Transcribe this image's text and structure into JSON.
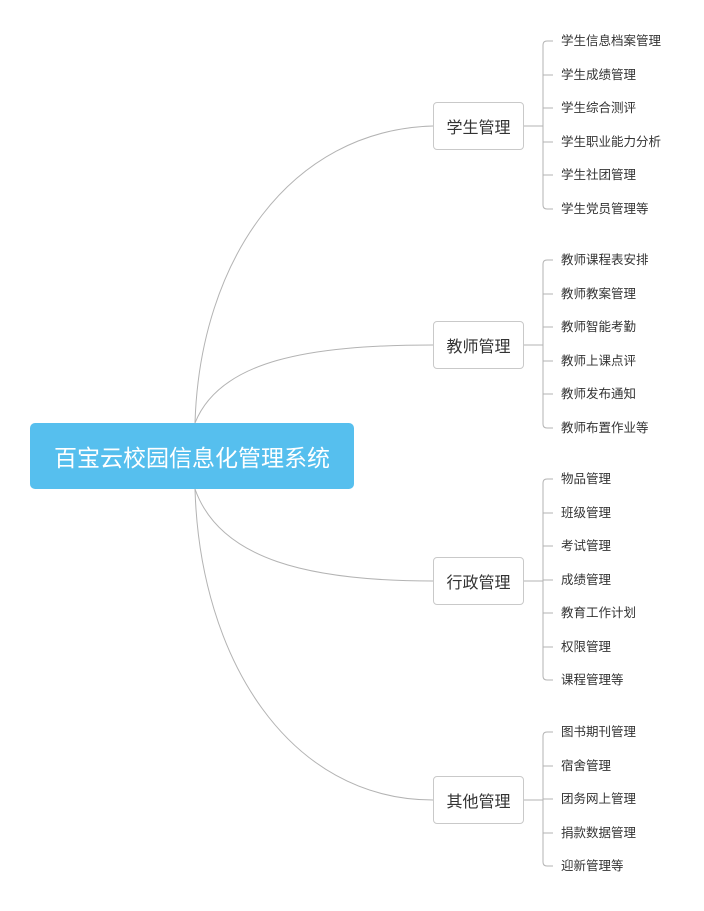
{
  "root": {
    "label": "百宝云校园信息化管理系统"
  },
  "branches": [
    {
      "label": "学生管理",
      "children": [
        "学生信息档案管理",
        "学生成绩管理",
        "学生综合测评",
        "学生职业能力分析",
        "学生社团管理",
        "学生党员管理等"
      ]
    },
    {
      "label": "教师管理",
      "children": [
        "教师课程表安排",
        "教师教案管理",
        "教师智能考勤",
        "教师上课点评",
        "教师发布通知",
        "教师布置作业等"
      ]
    },
    {
      "label": "行政管理",
      "children": [
        "物品管理",
        "班级管理",
        "考试管理",
        "成绩管理",
        "教育工作计划",
        "权限管理",
        "课程管理等"
      ]
    },
    {
      "label": "其他管理",
      "children": [
        "图书期刊管理",
        "宿舍管理",
        "团务网上管理",
        "捐款数据管理",
        "迎新管理等"
      ]
    }
  ],
  "colors": {
    "root_bg": "#56bfee",
    "root_text": "#ffffff",
    "line": "#b3b3b3",
    "node_border": "#c9c9c9",
    "text": "#333333"
  }
}
